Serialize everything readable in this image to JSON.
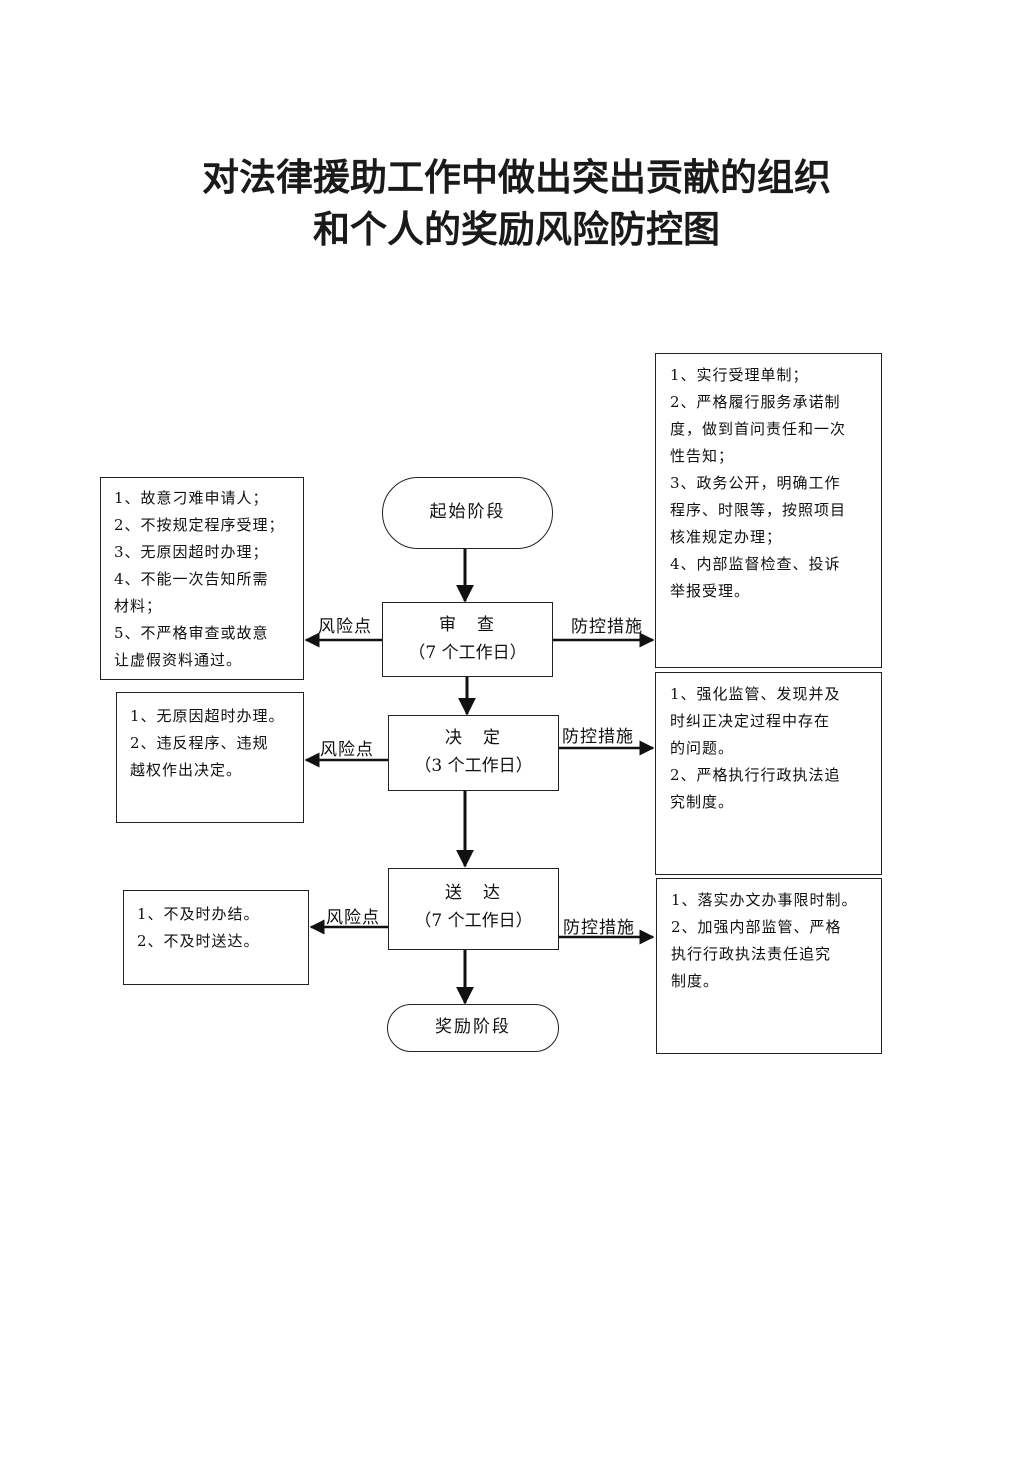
{
  "title": {
    "line1": "对法律援助工作中做出突出贡献的组织",
    "line2": "和个人的奖励风险防控图"
  },
  "start": "起始阶段",
  "end": "奖励阶段",
  "stages": [
    {
      "name": "审　查",
      "days": "（7 个工作日）"
    },
    {
      "name": "决　定",
      "days": "（3 个工作日）"
    },
    {
      "name": "送　达",
      "days": "（7 个工作日）"
    }
  ],
  "risk_label": "风险点",
  "control_label": "防控措施",
  "risks": [
    {
      "lines": [
        "1、故意刁难申请人；",
        "2、不按规定程序受理；",
        "3、无原因超时办理；",
        "4、不能一次告知所需",
        "材料；",
        "5、不严格审查或故意",
        "让虚假资料通过。"
      ]
    },
    {
      "lines": [
        "1、无原因超时办理。",
        "2、违反程序、违规",
        "越权作出决定。"
      ]
    },
    {
      "lines": [
        "1、不及时办结。",
        "2、不及时送达。"
      ]
    }
  ],
  "controls": [
    {
      "lines": [
        "1、实行受理单制；",
        "2、严格履行服务承诺制",
        "度，做到首问责任和一次",
        "性告知；",
        "3、政务公开，明确工作",
        "程序、时限等，按照项目",
        "核准规定办理；",
        "4、内部监督检查、投诉",
        "举报受理。"
      ]
    },
    {
      "lines": [
        "1、强化监管、发现并及",
        "时纠正决定过程中存在",
        "的问题。",
        "2、严格执行行政执法追",
        "究制度。"
      ]
    },
    {
      "lines": [
        "1、落实办文办事限时制。",
        "2、加强内部监管、严格",
        "执行行政执法责任追究",
        "制度。"
      ]
    }
  ]
}
